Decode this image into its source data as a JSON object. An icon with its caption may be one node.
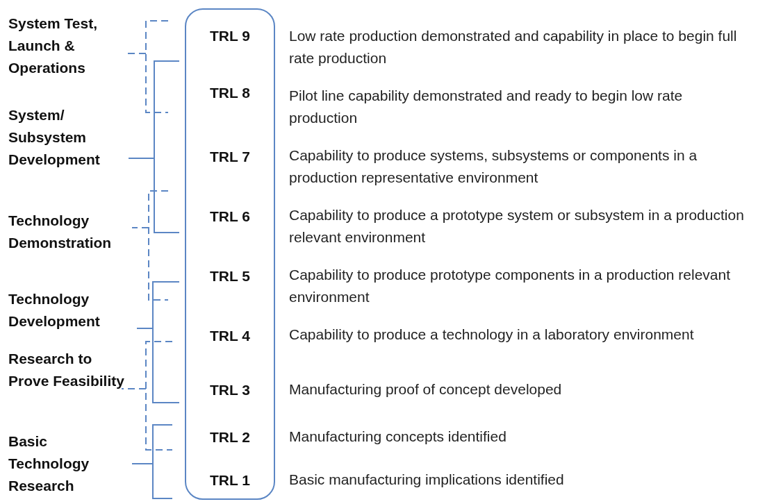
{
  "diagram": {
    "nodes": [
      {
        "text": [],
        "shape": "box"
      },
      {
        "text": [
          "TRL 9"
        ],
        "in": 0,
        "beside": [
          "Low rate production demonstrated and capability in place to begin full rate production"
        ]
      },
      {
        "text": [
          "TRL 8"
        ],
        "in": 0,
        "beside": [
          "Pilot line capability demonstrated and ready to begin low rate production"
        ]
      },
      {
        "text": [
          "TRL 7"
        ],
        "in": 0,
        "beside": [
          "Capability to produce systems, subsystems or components in a production representative environment"
        ]
      },
      {
        "text": [
          "TRL 6"
        ],
        "in": 0,
        "beside": [
          "Capability to produce a prototype system or subsystem in a production relevant environment"
        ]
      },
      {
        "text": [
          "TRL 5"
        ],
        "in": 0,
        "beside": [
          "Capability to produce prototype components in a production relevant environment"
        ]
      },
      {
        "text": [
          "TRL 4"
        ],
        "in": 0,
        "beside": [
          "Capability to produce a technology in a laboratory environment"
        ]
      },
      {
        "text": [
          "TRL 3"
        ],
        "in": 0,
        "beside": [
          "Manufacturing proof of concept developed"
        ]
      },
      {
        "text": [
          "TRL 2"
        ],
        "in": 0,
        "beside": [
          "Manufacturing concepts identified"
        ]
      },
      {
        "text": [
          "TRL 1"
        ],
        "in": 0,
        "beside": [
          "Basic manufacturing implications identified"
        ]
      }
    ],
    "edges": [],
    "labels": [
      "System Test, Launch & Operations",
      "System/ Subsystem Development",
      "Technology Demonstration",
      "Technology Development",
      "Research to Prove Feasibility",
      "Basic Technology Research"
    ]
  }
}
